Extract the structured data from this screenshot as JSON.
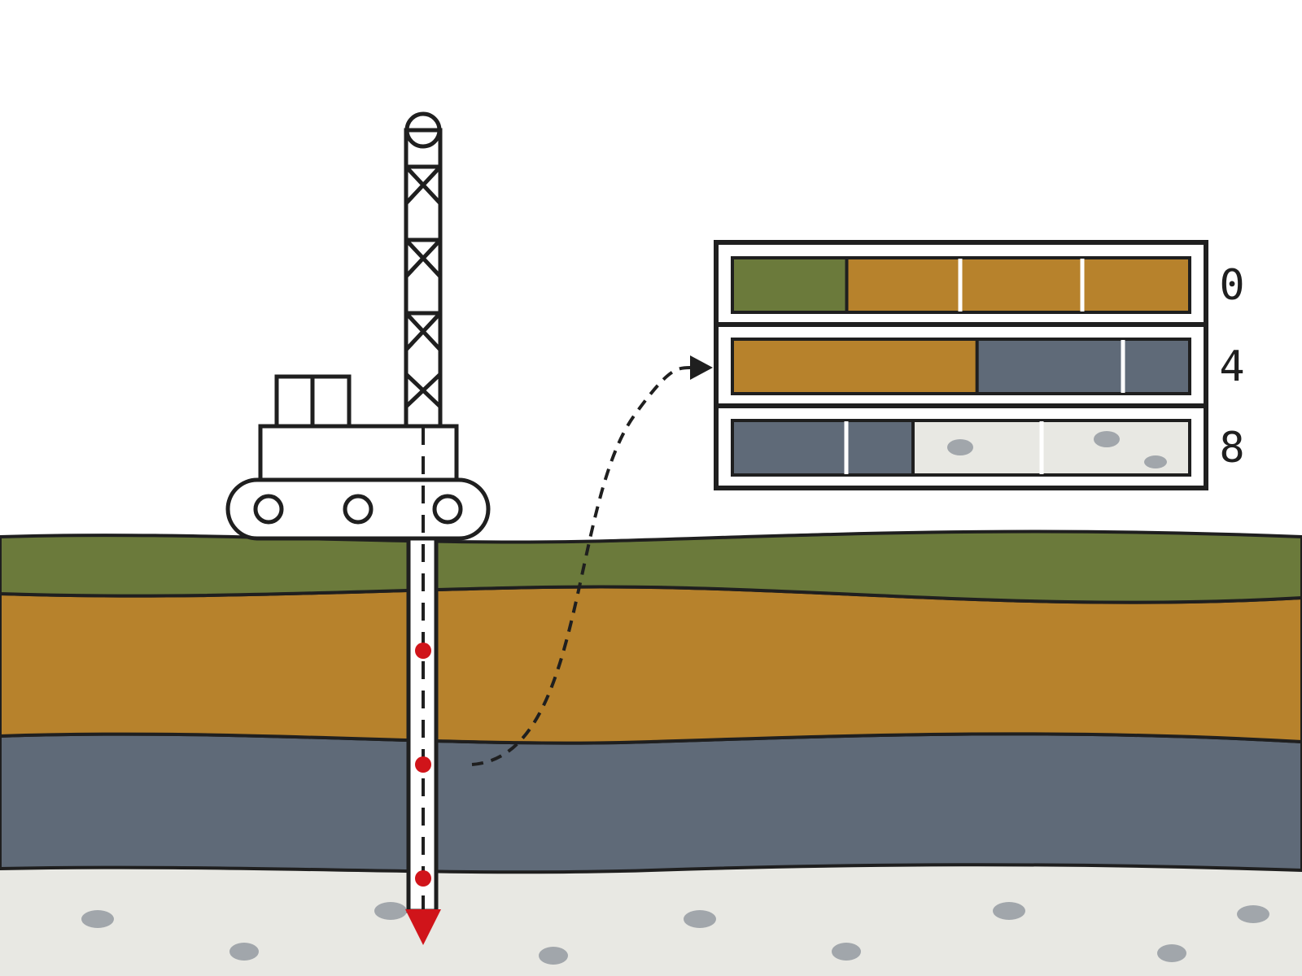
{
  "colors": {
    "background": "#ffffff",
    "topsoil": "#6b7a3b",
    "clay": "#b7822c",
    "slate": "#5f6a78",
    "bedrock": "#e8e8e3",
    "pebble": "#a1a6ab",
    "outline": "#1f1f1f",
    "sample_marker": "#d0141a"
  },
  "layers": [
    {
      "name": "topsoil",
      "color": "#6b7a3b"
    },
    {
      "name": "clay",
      "color": "#b7822c"
    },
    {
      "name": "slate",
      "color": "#5f6a78"
    },
    {
      "name": "bedrock",
      "color": "#e8e8e3"
    }
  ],
  "core_log": {
    "depth_labels": [
      "0",
      "4",
      "8"
    ],
    "rows": [
      {
        "segments": [
          {
            "layer": "topsoil",
            "fraction": 0.25
          },
          {
            "layer": "clay",
            "fraction": 0.75
          }
        ]
      },
      {
        "segments": [
          {
            "layer": "clay",
            "fraction": 0.535
          },
          {
            "layer": "slate",
            "fraction": 0.465
          }
        ]
      },
      {
        "segments": [
          {
            "layer": "slate",
            "fraction": 0.395
          },
          {
            "layer": "bedrock",
            "fraction": 0.605
          }
        ]
      }
    ]
  },
  "borehole": {
    "sample_count": 3
  },
  "icons": {
    "drill_rig": "tracked-drill-rig-icon",
    "drill_bit": "drill-bit-arrow-icon",
    "sample": "sample-point-icon"
  }
}
